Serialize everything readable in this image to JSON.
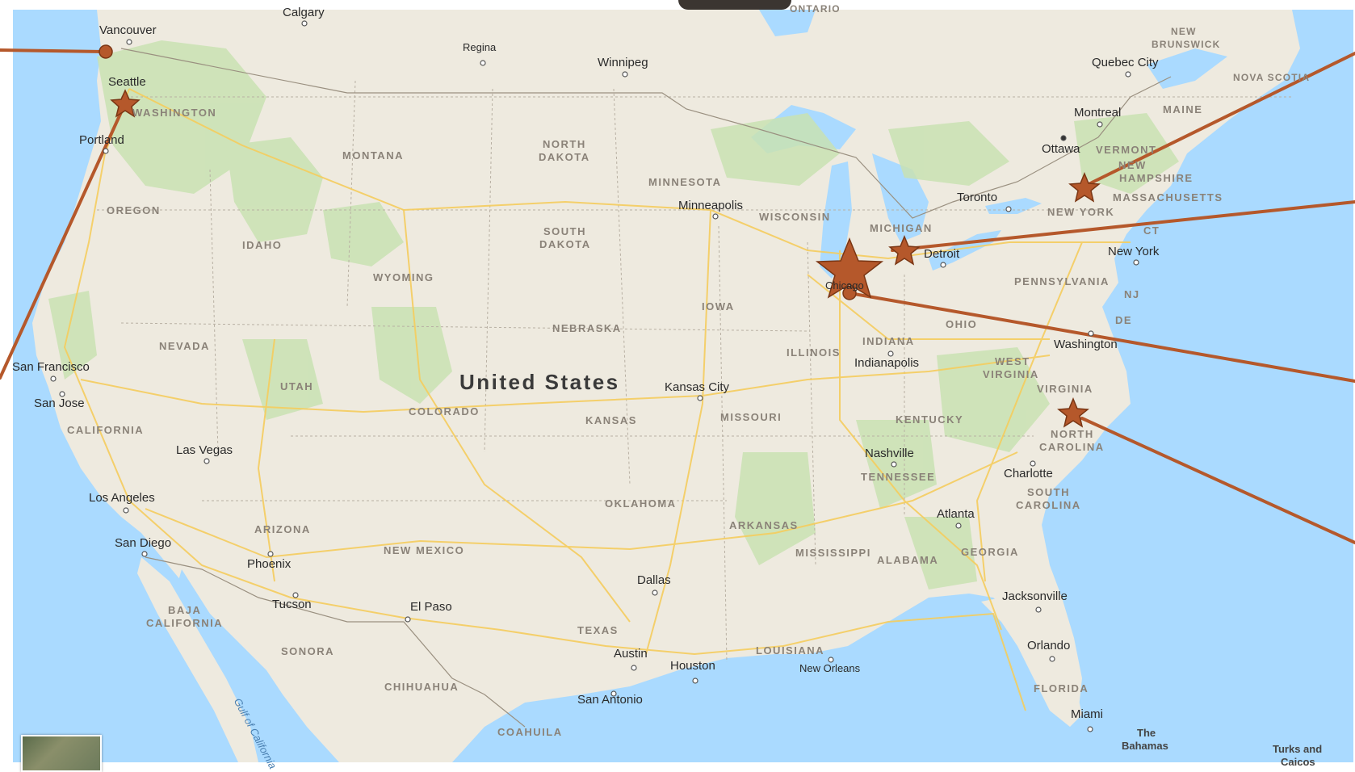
{
  "map": {
    "country_label": "United States",
    "cities": [
      {
        "name": "Calgary",
        "id": "calgary"
      },
      {
        "name": "Vancouver",
        "id": "vancouver"
      },
      {
        "name": "Regina",
        "id": "regina"
      },
      {
        "name": "Winnipeg",
        "id": "winnipeg"
      },
      {
        "name": "Quebec City",
        "id": "quebec-city"
      },
      {
        "name": "Montreal",
        "id": "montreal"
      },
      {
        "name": "Ottawa",
        "id": "ottawa"
      },
      {
        "name": "Toronto",
        "id": "toronto"
      },
      {
        "name": "Seattle",
        "id": "seattle"
      },
      {
        "name": "Portland",
        "id": "portland"
      },
      {
        "name": "Minneapolis",
        "id": "minneapolis"
      },
      {
        "name": "Detroit",
        "id": "detroit"
      },
      {
        "name": "Chicago",
        "id": "chicago"
      },
      {
        "name": "New York",
        "id": "new-york"
      },
      {
        "name": "Washington",
        "id": "washington"
      },
      {
        "name": "Indianapolis",
        "id": "indianapolis"
      },
      {
        "name": "San Francisco",
        "id": "san-francisco"
      },
      {
        "name": "San Jose",
        "id": "san-jose"
      },
      {
        "name": "Kansas City",
        "id": "kansas-city"
      },
      {
        "name": "Las Vegas",
        "id": "las-vegas"
      },
      {
        "name": "Nashville",
        "id": "nashville"
      },
      {
        "name": "Charlotte",
        "id": "charlotte"
      },
      {
        "name": "Los Angeles",
        "id": "los-angeles"
      },
      {
        "name": "Atlanta",
        "id": "atlanta"
      },
      {
        "name": "San Diego",
        "id": "san-diego"
      },
      {
        "name": "Phoenix",
        "id": "phoenix"
      },
      {
        "name": "Dallas",
        "id": "dallas"
      },
      {
        "name": "Tucson",
        "id": "tucson"
      },
      {
        "name": "El Paso",
        "id": "el-paso"
      },
      {
        "name": "Jacksonville",
        "id": "jacksonville"
      },
      {
        "name": "Austin",
        "id": "austin"
      },
      {
        "name": "Houston",
        "id": "houston"
      },
      {
        "name": "New Orleans",
        "id": "new-orleans"
      },
      {
        "name": "Orlando",
        "id": "orlando"
      },
      {
        "name": "San Antonio",
        "id": "san-antonio"
      },
      {
        "name": "Miami",
        "id": "miami"
      }
    ],
    "regions": [
      {
        "name": "ONTARIO",
        "id": "ontario"
      },
      {
        "name": "NEW",
        "id": "new-brunswick-1"
      },
      {
        "name": "BRUNSWICK",
        "id": "new-brunswick-2"
      },
      {
        "name": "NOVA SCOTIA",
        "id": "nova-scotia"
      },
      {
        "name": "MAINE",
        "id": "maine"
      },
      {
        "name": "VERMONT",
        "id": "vermont"
      },
      {
        "name": "NEW",
        "id": "new-hampshire-1"
      },
      {
        "name": "HAMPSHIRE",
        "id": "new-hampshire-2"
      },
      {
        "name": "MASSACHUSETTS",
        "id": "massachusetts"
      },
      {
        "name": "NEW YORK",
        "id": "new-york-state"
      },
      {
        "name": "CT",
        "id": "ct"
      },
      {
        "name": "PENNSYLVANIA",
        "id": "pennsylvania"
      },
      {
        "name": "NJ",
        "id": "nj"
      },
      {
        "name": "DE",
        "id": "de"
      },
      {
        "name": "WASHINGTON",
        "id": "washington-state"
      },
      {
        "name": "MONTANA",
        "id": "montana"
      },
      {
        "name": "NORTH",
        "id": "north-dakota-1"
      },
      {
        "name": "DAKOTA",
        "id": "north-dakota-2"
      },
      {
        "name": "MINNESOTA",
        "id": "minnesota"
      },
      {
        "name": "OREGON",
        "id": "oregon"
      },
      {
        "name": "IDAHO",
        "id": "idaho"
      },
      {
        "name": "SOUTH",
        "id": "south-dakota-1"
      },
      {
        "name": "DAKOTA",
        "id": "south-dakota-2"
      },
      {
        "name": "WISCONSIN",
        "id": "wisconsin"
      },
      {
        "name": "MICHIGAN",
        "id": "michigan"
      },
      {
        "name": "WYOMING",
        "id": "wyoming"
      },
      {
        "name": "IOWA",
        "id": "iowa"
      },
      {
        "name": "NEBRASKA",
        "id": "nebraska"
      },
      {
        "name": "OHIO",
        "id": "ohio"
      },
      {
        "name": "NEVADA",
        "id": "nevada"
      },
      {
        "name": "INDIANA",
        "id": "indiana"
      },
      {
        "name": "ILLINOIS",
        "id": "illinois"
      },
      {
        "name": "WEST",
        "id": "west-virginia-1"
      },
      {
        "name": "VIRGINIA",
        "id": "west-virginia-2"
      },
      {
        "name": "UTAH",
        "id": "utah"
      },
      {
        "name": "VIRGINIA",
        "id": "virginia"
      },
      {
        "name": "COLORADO",
        "id": "colorado"
      },
      {
        "name": "KANSAS",
        "id": "kansas"
      },
      {
        "name": "MISSOURI",
        "id": "missouri"
      },
      {
        "name": "KENTUCKY",
        "id": "kentucky"
      },
      {
        "name": "CALIFORNIA",
        "id": "california"
      },
      {
        "name": "NORTH",
        "id": "north-carolina-1"
      },
      {
        "name": "CAROLINA",
        "id": "north-carolina-2"
      },
      {
        "name": "TENNESSEE",
        "id": "tennessee"
      },
      {
        "name": "SOUTH",
        "id": "south-carolina-1"
      },
      {
        "name": "CAROLINA",
        "id": "south-carolina-2"
      },
      {
        "name": "OKLAHOMA",
        "id": "oklahoma"
      },
      {
        "name": "ARIZONA",
        "id": "arizona"
      },
      {
        "name": "ARKANSAS",
        "id": "arkansas"
      },
      {
        "name": "NEW MEXICO",
        "id": "new-mexico"
      },
      {
        "name": "MISSISSIPPI",
        "id": "mississippi"
      },
      {
        "name": "ALABAMA",
        "id": "alabama"
      },
      {
        "name": "GEORGIA",
        "id": "georgia"
      },
      {
        "name": "BAJA",
        "id": "baja-1"
      },
      {
        "name": "CALIFORNIA",
        "id": "baja-2"
      },
      {
        "name": "TEXAS",
        "id": "texas"
      },
      {
        "name": "LOUISIANA",
        "id": "louisiana"
      },
      {
        "name": "SONORA",
        "id": "sonora"
      },
      {
        "name": "CHIHUAHUA",
        "id": "chihuahua"
      },
      {
        "name": "FLORIDA",
        "id": "florida"
      },
      {
        "name": "COAHUILA",
        "id": "coahuila"
      }
    ],
    "other_labels": [
      {
        "name": "Gulf of California",
        "id": "gulf-of-california"
      },
      {
        "name": "The",
        "id": "bahamas-1"
      },
      {
        "name": "Bahamas",
        "id": "bahamas-2"
      },
      {
        "name": "Turks and",
        "id": "turks-1"
      },
      {
        "name": "Caicos",
        "id": "turks-2"
      }
    ]
  },
  "colors": {
    "marker": "#b5582b",
    "marker_stroke": "#7a3614",
    "connector_line": "#b5582b",
    "water": "#aadaff",
    "land": "#f2efe6",
    "road": "#f9d56e",
    "green": "#c8e0b0"
  }
}
